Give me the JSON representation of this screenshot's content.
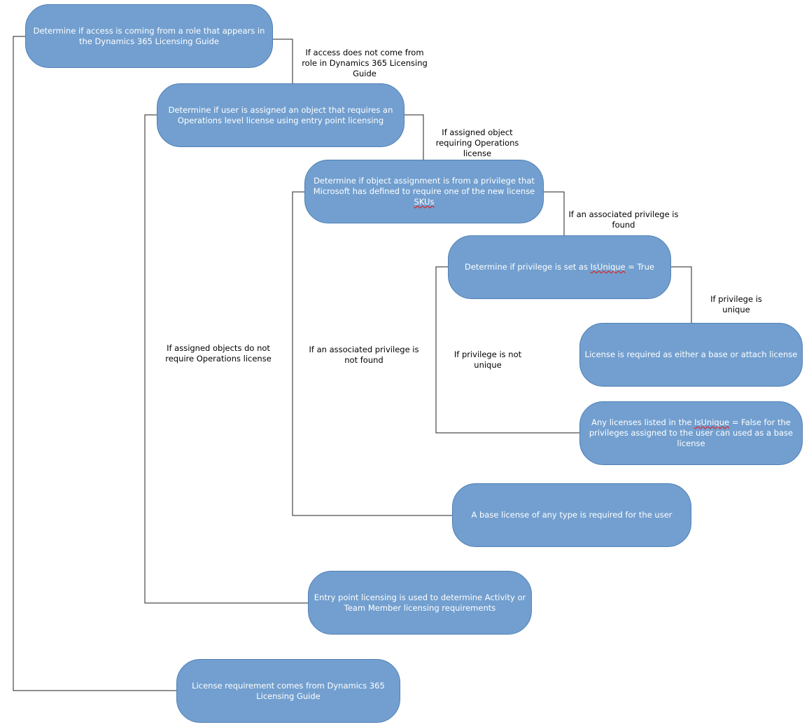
{
  "nodes": {
    "n1": "Determine if access is coming from a role that appears in the Dynamics 365 Licensing Guide",
    "n2": "Determine if user is assigned an object that requires an Operations level license using entry point licensing",
    "n3_a": "Determine if object assignment is from a privilege that Microsoft has defined to require one of the new license ",
    "n3_b": "SKUs",
    "n4_a": "Determine if privilege is set as ",
    "n4_b": "IsUnique",
    "n4_c": " = True",
    "n5": "License is required as either a base or attach license",
    "n6_a": "Any licenses listed in the ",
    "n6_b": "IsUnique",
    "n6_c": " = False for the privileges assigned to the user can used as a base license",
    "n7": "A base license of any type is required for the user",
    "n8": "Entry point licensing is used to determine Activity or Team Member licensing requirements",
    "n9": "License requirement comes from Dynamics 365 Licensing Guide"
  },
  "labels": {
    "l1": "If access does not come from role in Dynamics 365 Licensing Guide",
    "l2": "If assigned object requiring Operations license",
    "l3": "If an associated privilege is found",
    "l4": "If privilege is unique",
    "l5": "If privilege is not unique",
    "l6": "If an associated privilege is not found",
    "l7": "If assigned objects do not require Operations license"
  }
}
